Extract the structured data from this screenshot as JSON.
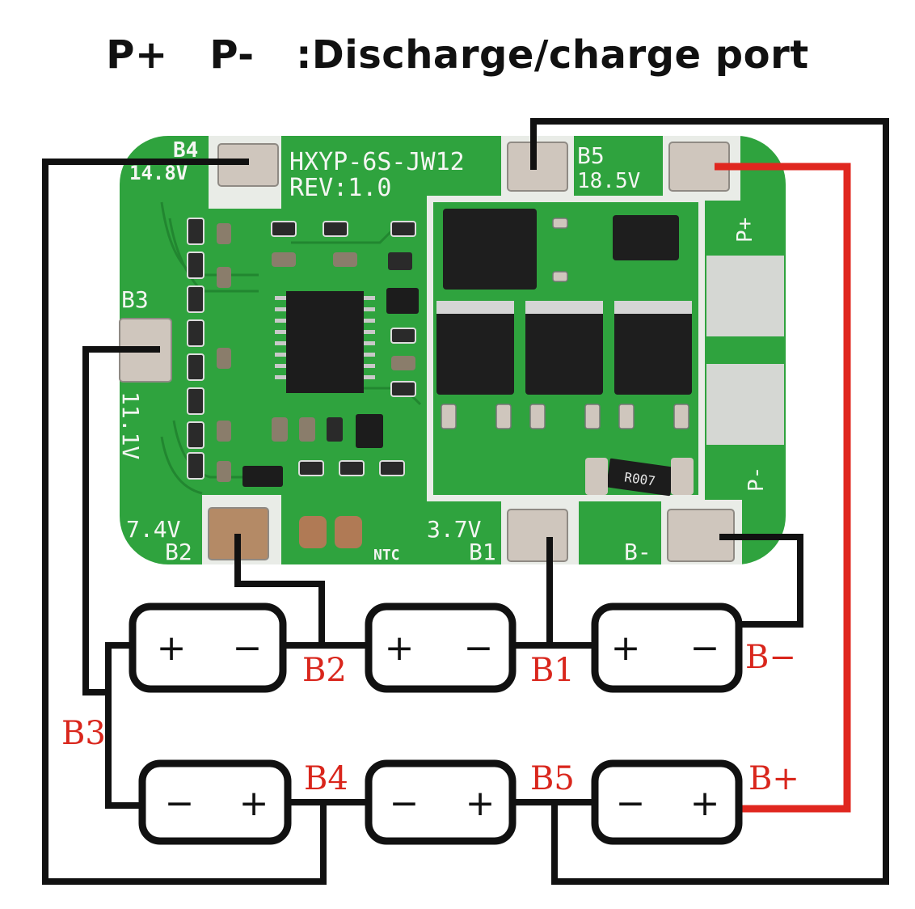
{
  "title": {
    "pplus": "P+",
    "pminus": "P-",
    "desc": ":Discharge/charge port"
  },
  "board": {
    "model": "HXYP-6S-JW12",
    "rev": "REV:1.0",
    "pads": {
      "b4": "B4",
      "b4v": "14.8V",
      "b5": "B5",
      "b5v": "18.5V",
      "b3": "B3",
      "b3v": "11.1V",
      "b2": "B2",
      "b2v": "7.4V",
      "b1": "B1",
      "b1v": "3.7V",
      "bminus": "B-",
      "pplus": "P+",
      "pminus": "P-",
      "ntc": "NTC"
    },
    "components": {
      "resistor": "R007"
    }
  },
  "cells": {
    "plus": "+",
    "minus": "−"
  },
  "wiring_labels": {
    "b2": "B2",
    "b1": "B1",
    "bminus": "B−",
    "b3": "B3",
    "b4": "B4",
    "b5": "B5",
    "bplus": "B+"
  },
  "colors": {
    "board": "#2fa33e",
    "board_dark": "#1f8a30",
    "trace": "#5cc46a",
    "pad": "#cfc6bd",
    "wire": "#111111",
    "wire_red": "#e0271f",
    "label_red": "#d9261c"
  }
}
